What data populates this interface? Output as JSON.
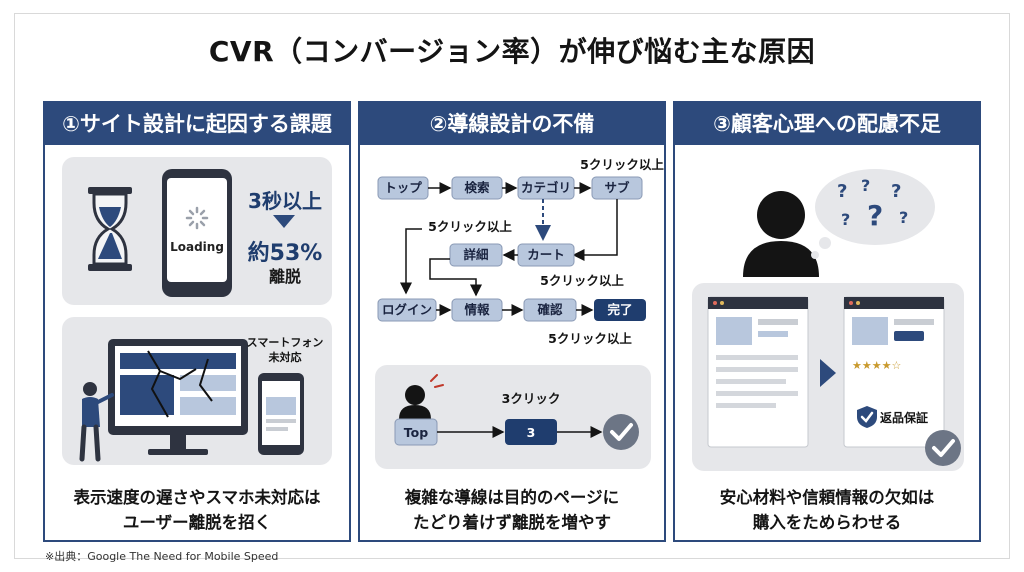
{
  "title": "CVR（コンバージョン率）が伸び悩む主な原因",
  "columns": [
    {
      "heading": "①サイト設計に起因する課題",
      "loading_label": "Loading",
      "stat_time": "3秒以上",
      "stat_rate": "約53%",
      "stat_exit": "離脱",
      "smartphone_label_1": "スマートフォン",
      "smartphone_label_2": "未対応",
      "caption_1": "表示速度の遅さやスマホ未対応は",
      "caption_2": "ユーザー離脱を招く"
    },
    {
      "heading": "②導線設計の不備",
      "nodes": {
        "top": "トップ",
        "search": "検索",
        "category": "カテゴリ",
        "sub": "サブ",
        "detail": "詳細",
        "cart": "カート",
        "login": "ログイン",
        "info": "情報",
        "confirm": "確認",
        "done": "完了"
      },
      "click_labels": [
        "5クリック以上",
        "5クリック以上",
        "5クリック以上",
        "5クリック以上"
      ],
      "short_path": {
        "start": "Top",
        "step": "3",
        "label": "3クリック"
      },
      "caption_1": "複雑な導線は目的のページに",
      "caption_2": "たどり着けず離脱を増やす"
    },
    {
      "heading": "③顧客心理への配慮不足",
      "badge": "返品保証",
      "caption_1": "安心材料や信頼情報の欠如は",
      "caption_2": "購入をためらわせる"
    }
  ],
  "source": "※出典：Google The Need for Mobile Speed",
  "colors": {
    "navy": "#2d4a7c",
    "panel": "#e6e7ea",
    "node": "#b8c7dd",
    "done": "#1f3d6e",
    "check": "#6c7585"
  }
}
